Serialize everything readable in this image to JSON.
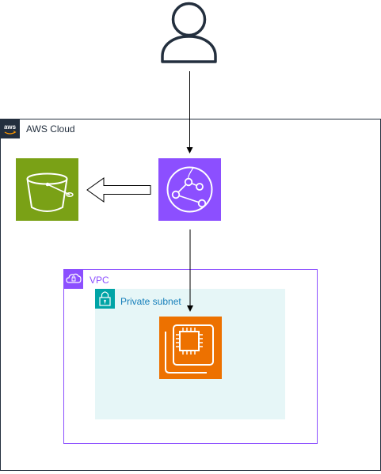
{
  "aws_cloud": {
    "label": "AWS Cloud",
    "logo_text": "aws",
    "border_color": "#232f3e"
  },
  "vpc": {
    "label": "VPC",
    "color": "#8c4fff"
  },
  "subnet": {
    "label": "Private subnet",
    "color": "#147eba",
    "fill": "#e6f6f7",
    "icon_fill": "#00a4a6"
  },
  "nodes": {
    "user": {
      "icon": "user-icon",
      "color": "#232f3e"
    },
    "s3": {
      "icon": "s3-bucket-icon",
      "color": "#7aa116"
    },
    "cloudfront": {
      "icon": "cloudfront-icon",
      "color": "#8c4fff"
    },
    "ec2": {
      "icon": "ec2-instance-icon",
      "color": "#ed7100"
    }
  },
  "edges": [
    {
      "from": "user",
      "to": "cloudfront",
      "style": "thin-arrow"
    },
    {
      "from": "cloudfront",
      "to": "s3",
      "style": "block-arrow"
    },
    {
      "from": "cloudfront",
      "to": "ec2",
      "style": "thin-arrow"
    }
  ]
}
